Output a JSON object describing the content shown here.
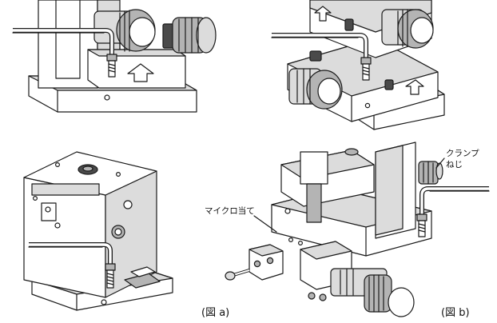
{
  "captions": {
    "a": "(図 a)",
    "b": "(図 b)"
  },
  "labels": {
    "micro_stop": "マイクロ当て",
    "clamp_screw_line1": "クランプ",
    "clamp_screw_line2": "ねじ"
  },
  "colors": {
    "line": "#1a1a1a",
    "light_gray": "#dcdcdc",
    "mid_gray": "#b4b4b4",
    "dark_gray": "#4a4a4a"
  },
  "icons": {
    "hex_wrench": "hex-key-wrench-icon",
    "knob": "knurled-knob-icon",
    "screw": "socket-screw-icon"
  }
}
